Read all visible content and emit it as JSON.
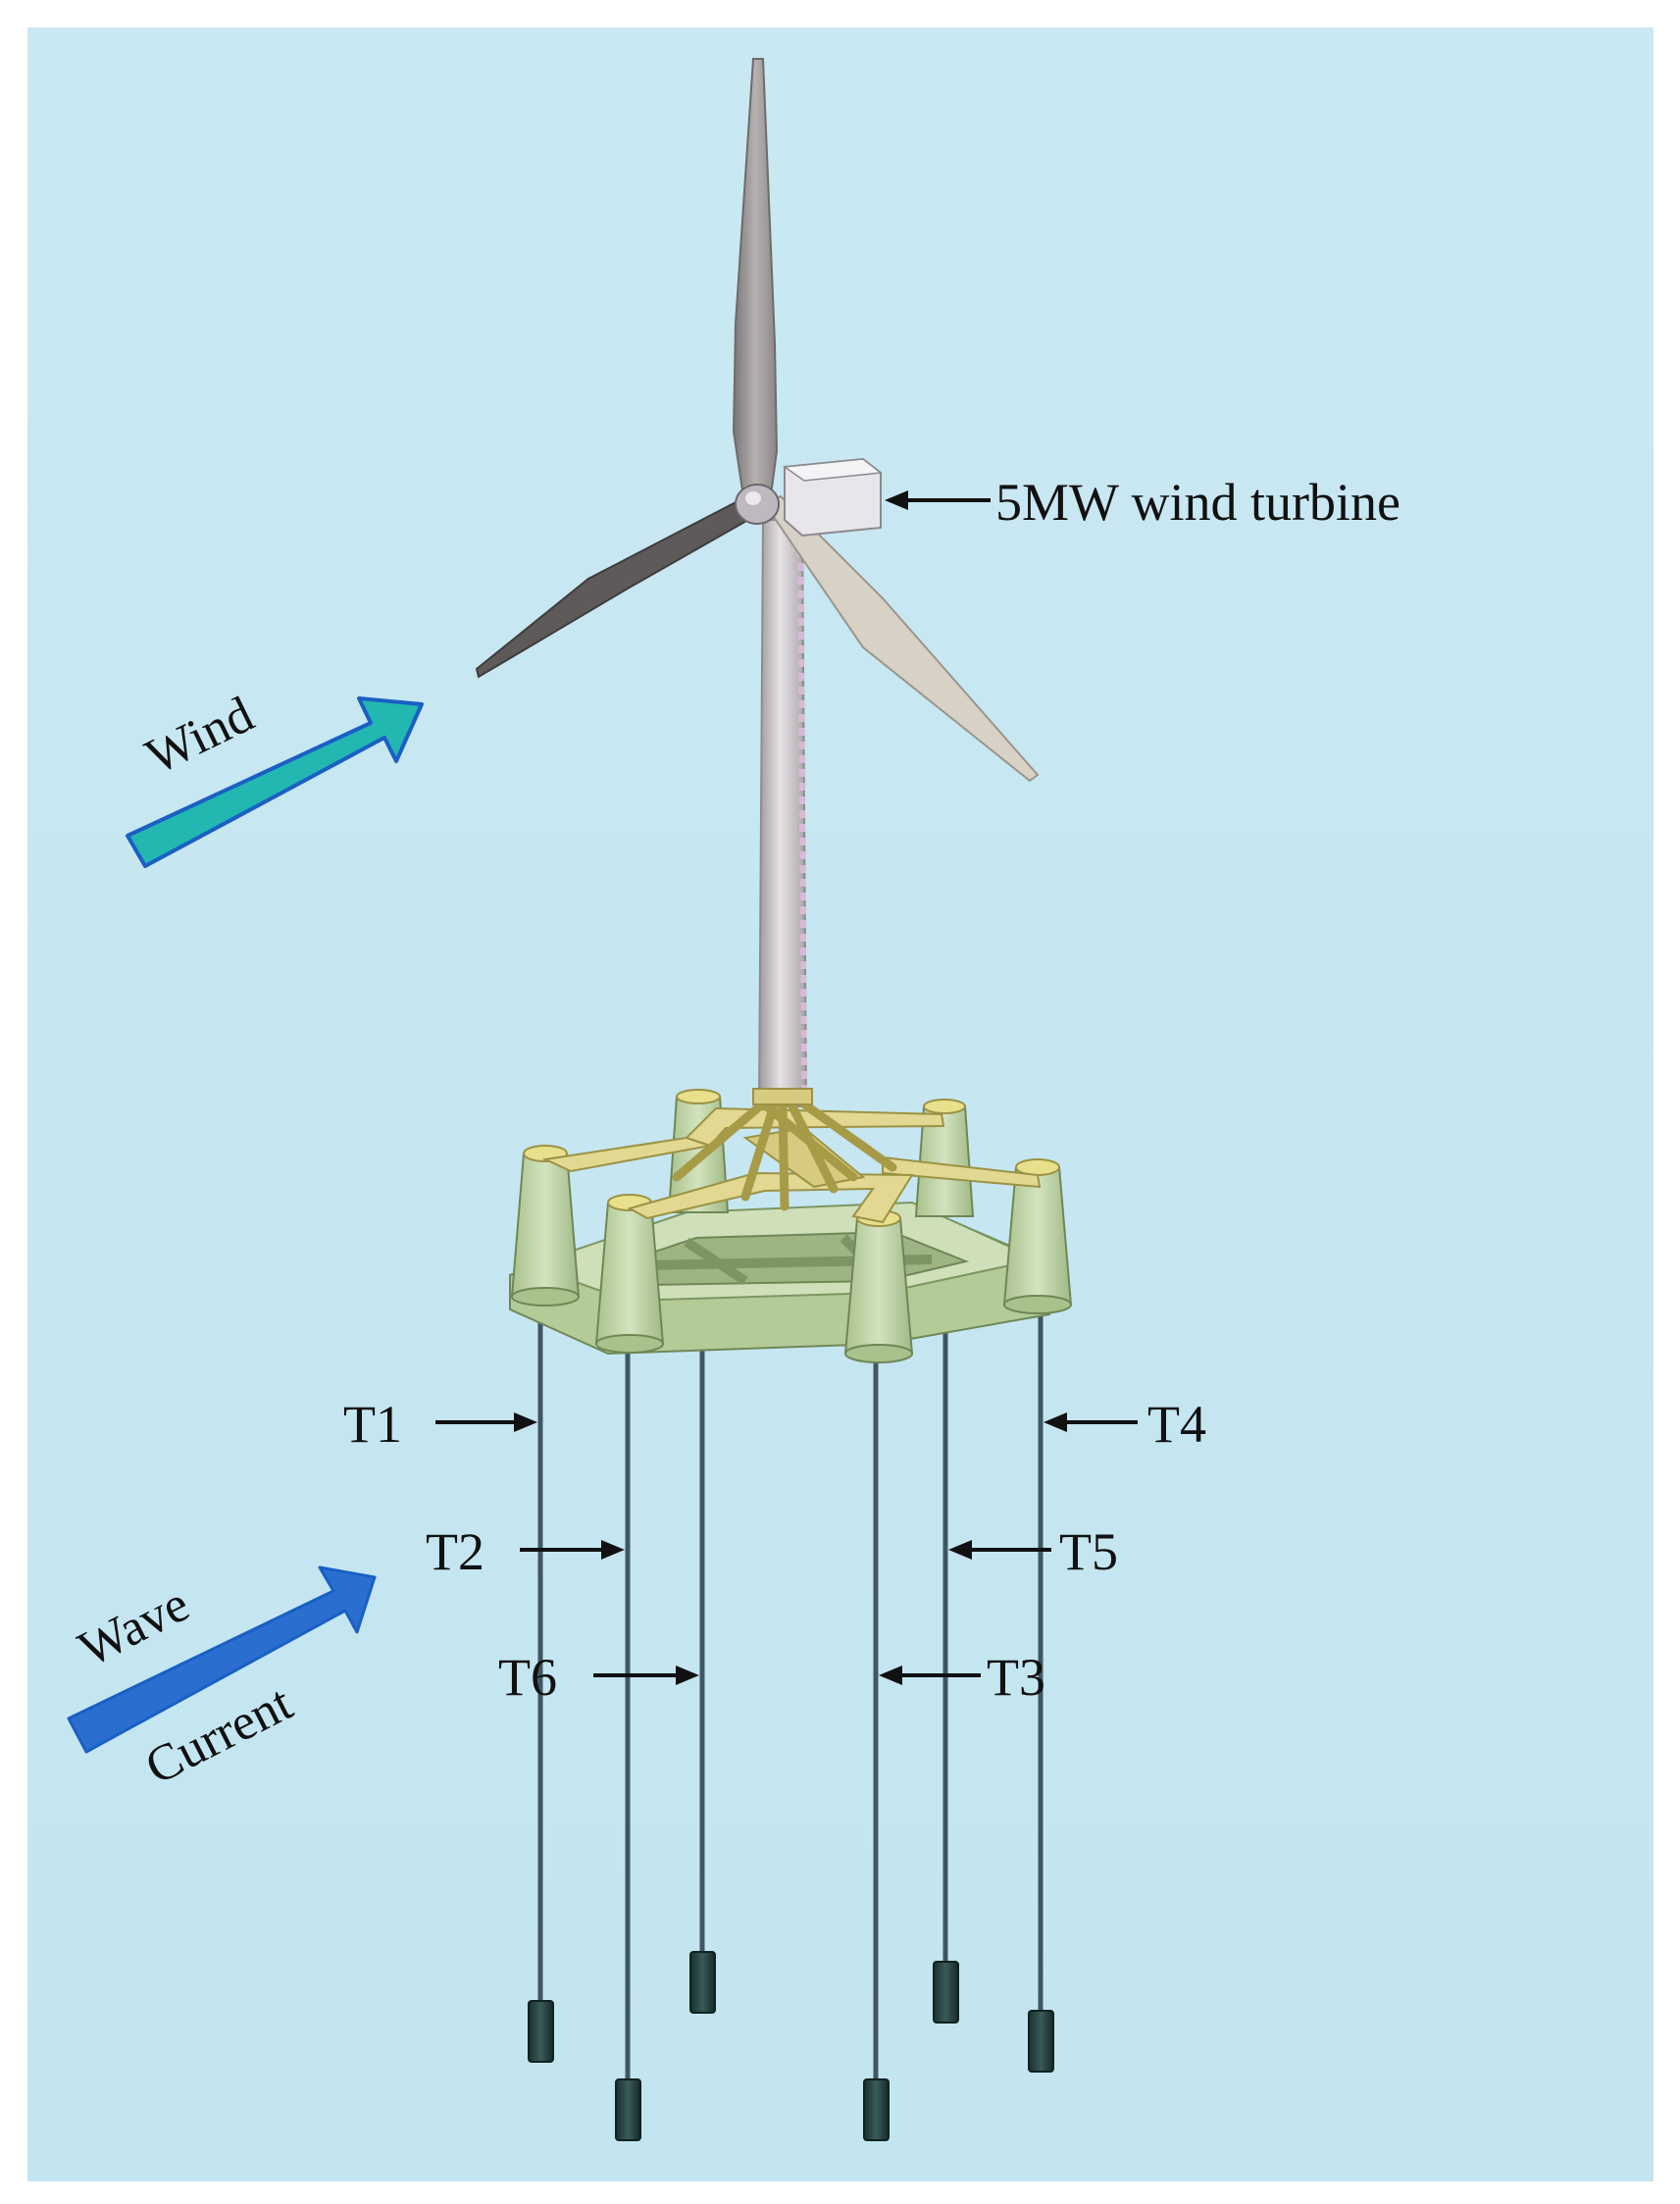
{
  "colors": {
    "background": "#c6e7f1",
    "wind_arrow": "#23b7b2",
    "wave_arrow": "#2a6fcf",
    "arrow_outline": "#1a5fc4",
    "platform_green": "#b9cf9e",
    "platform_yellow": "#e3d891",
    "tendon": "#3f5763",
    "anchor": "#1f3a3e",
    "tower": "#c9c4c8",
    "blade": "#8e8a8a"
  },
  "labels": {
    "turbine": "5MW wind turbine",
    "wind": "Wind",
    "wave": "Wave",
    "current": "Current"
  },
  "tendons": [
    "T1",
    "T2",
    "T3",
    "T4",
    "T5",
    "T6"
  ],
  "icons": {
    "wind_arrow": "arrow-up-right-icon",
    "wave_arrow": "arrow-up-right-icon",
    "pointer": "arrow-left-icon"
  }
}
